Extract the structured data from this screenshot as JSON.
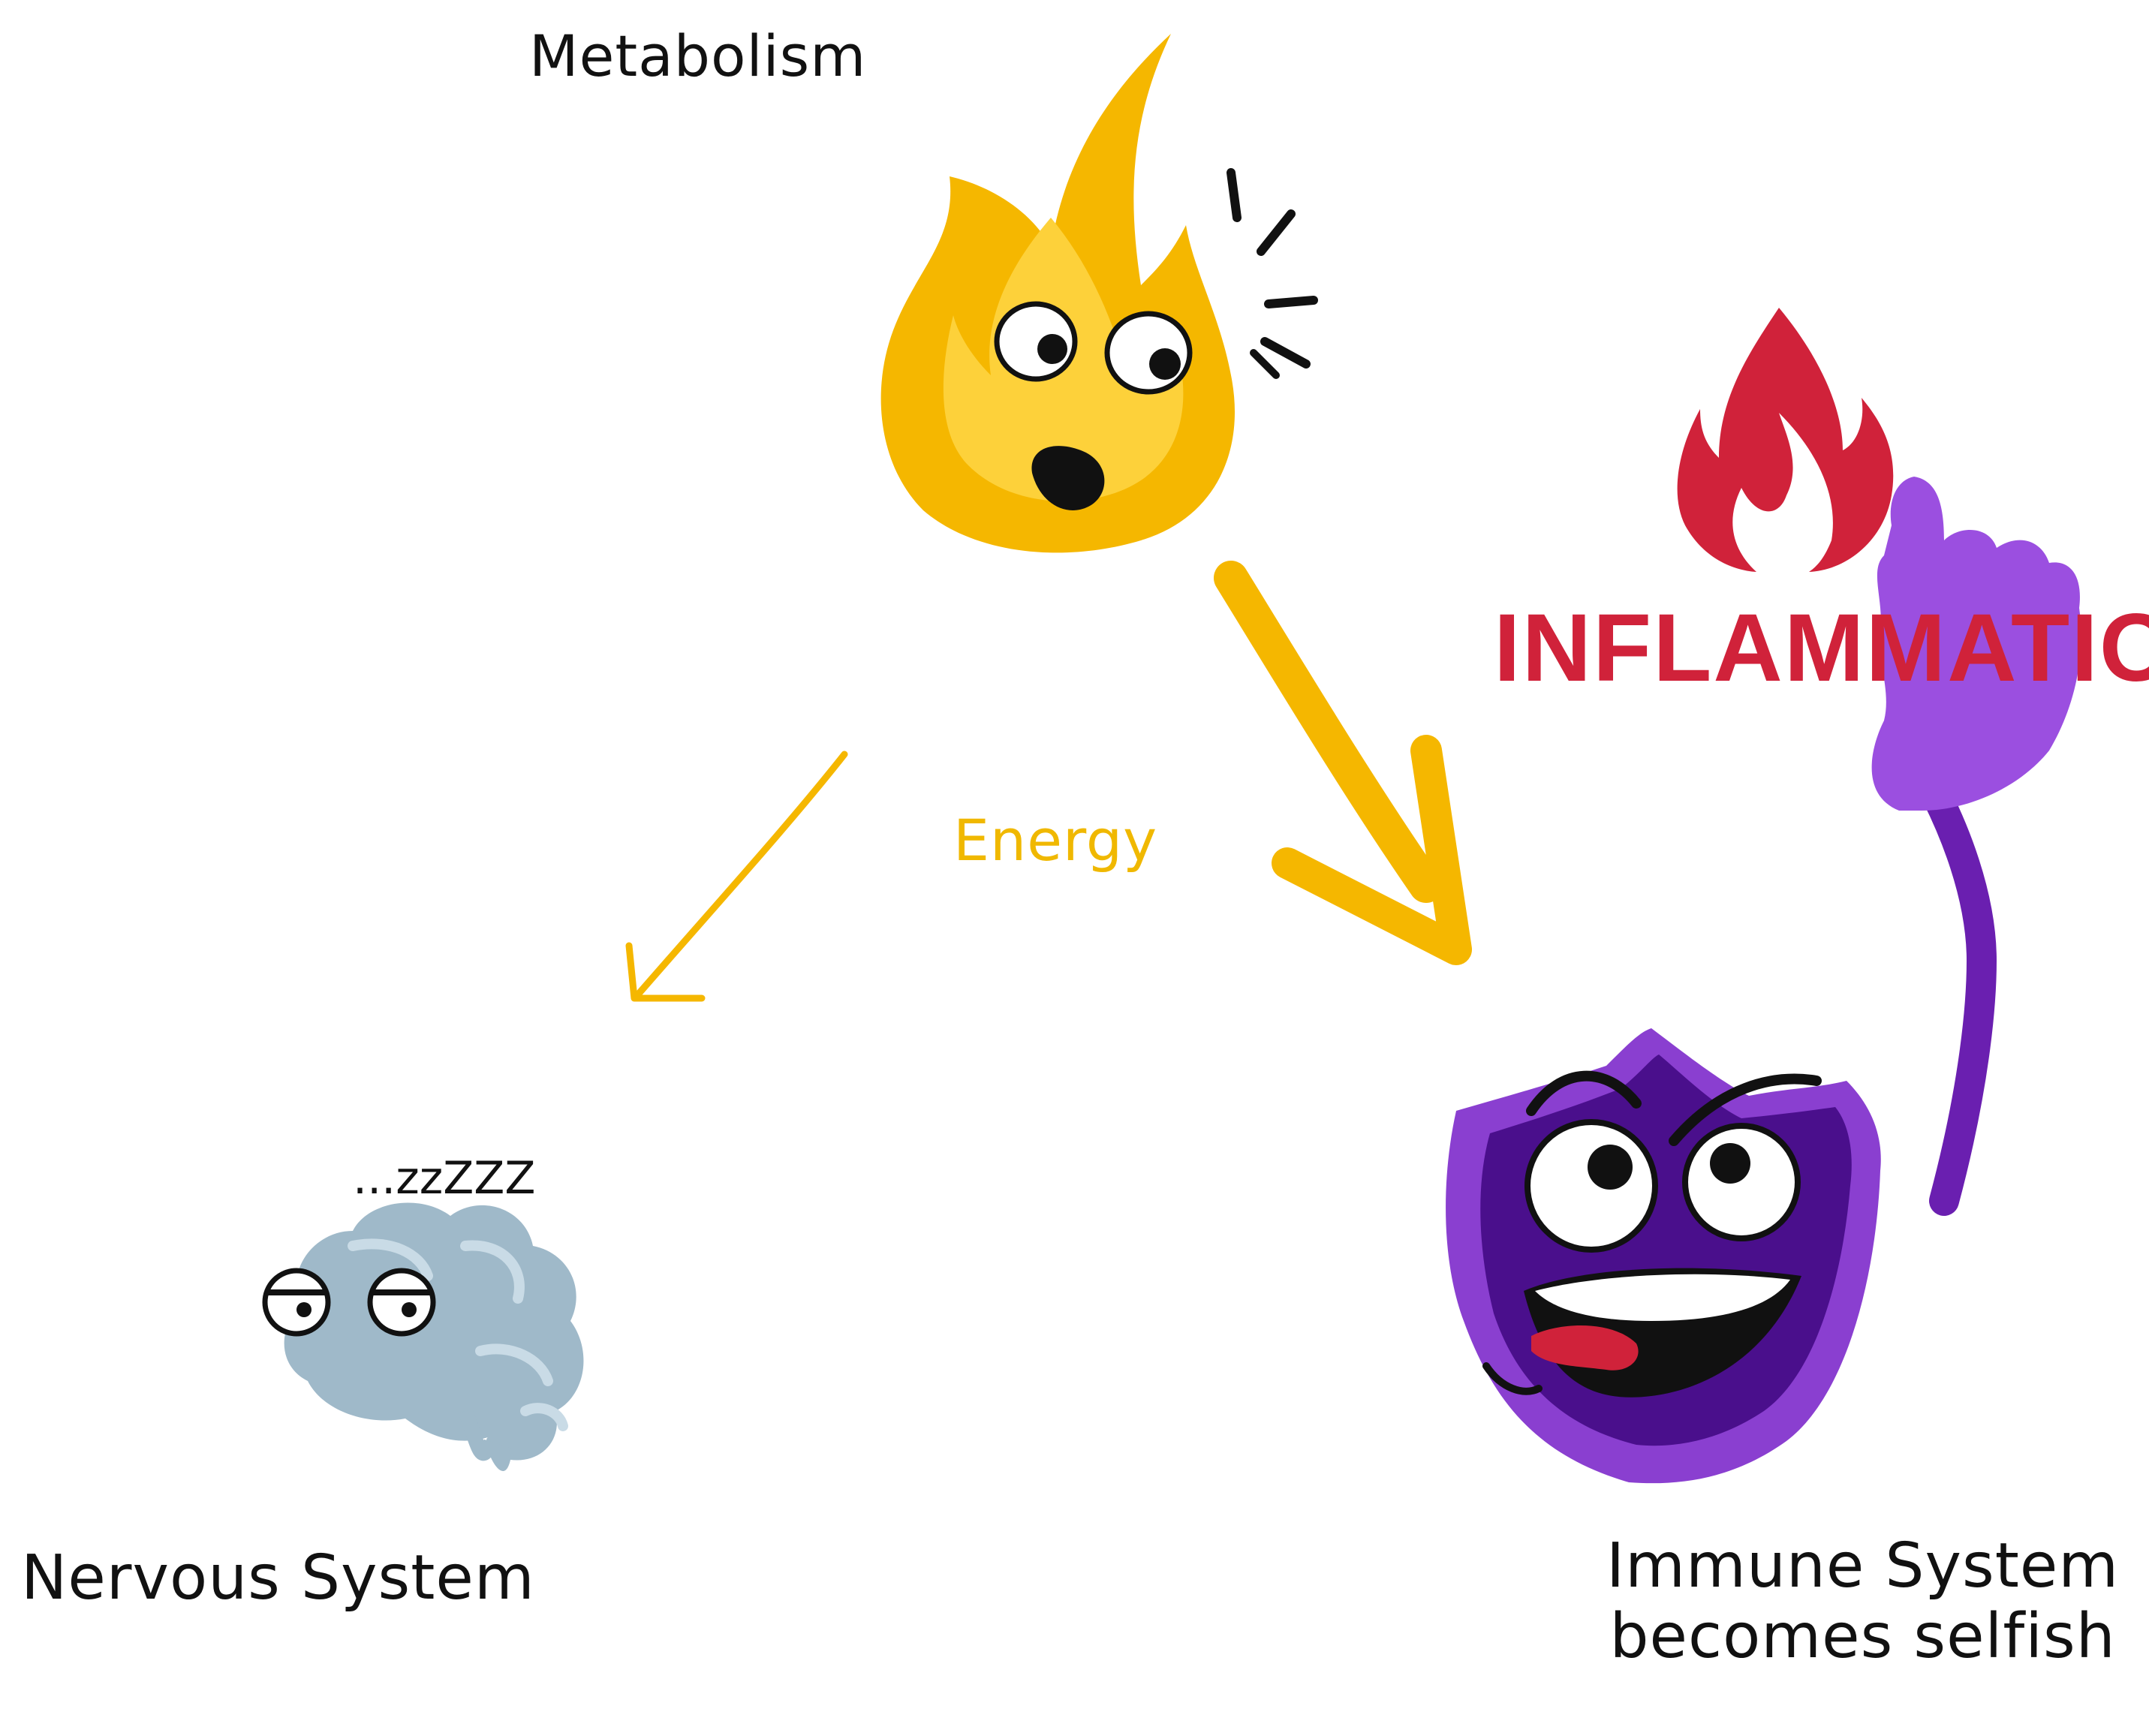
{
  "labels": {
    "metabolism": "Metabolism",
    "energy": "Energy",
    "nervous_system": "Nervous System",
    "immune_line1": "Immune System",
    "immune_line2": "becomes selfish",
    "inflammation": "INFLAMMATION"
  },
  "colors": {
    "flame": "#f5b700",
    "flame_light": "#fdd13a",
    "energy_text": "#f0b800",
    "arrow": "#f5b700",
    "inflammation": "#d0223a",
    "brain": "#9fb9c9",
    "brain_light": "#c9dbe6",
    "shield_dark": "#4a0f8c",
    "shield_mid": "#6a1fb0",
    "shield_edge": "#8a3fd0",
    "glove": "#9b4fe0",
    "text": "#111111"
  },
  "icons": {
    "metabolism": "surprised-flame-icon",
    "inflammation": "fire-icon",
    "nervous_system": "sleeping-brain-icon",
    "immune_system": "angry-shield-icon"
  },
  "sleep_text": "...zzZZZ"
}
